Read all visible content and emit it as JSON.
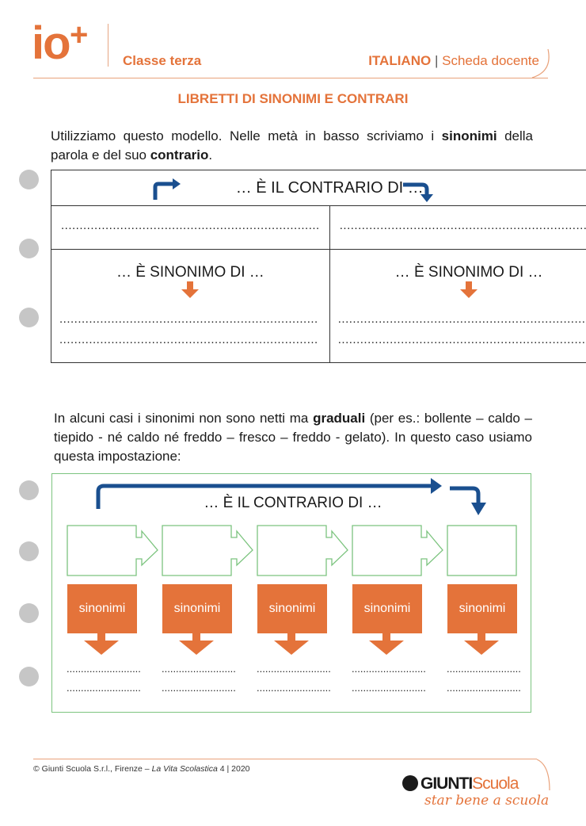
{
  "header": {
    "logo": "io",
    "class": "Classe terza",
    "subject": "ITALIANO",
    "doc_type": "Scheda docente"
  },
  "title": "LIBRETTI DI SINONIMI E CONTRARI",
  "intro": {
    "t1": "Utilizziamo questo modello. Nelle metà in basso scriviamo i ",
    "b1": "sinonimi",
    "t2": " della parola e del suo ",
    "b2": "contrario",
    "t3": "."
  },
  "table": {
    "header": "… È IL CONTRARIO DI …",
    "synonym_label": "… È SINONIMO DI …",
    "dots": "......................................................................"
  },
  "para2": {
    "t1": "In alcuni casi i sinonimi non sono netti ma ",
    "b1": "graduali",
    "t2": " (per es.: bollente – caldo – tiepido - né caldo né freddo – fresco – freddo - gelato). In questo caso usiamo questa impostazione:"
  },
  "diagram": {
    "header": "… È IL CONTRARIO DI …",
    "labels": [
      "sinonimi",
      "sinonimi",
      "sinonimi",
      "sinonimi",
      "sinonimi"
    ],
    "dots": "..............................."
  },
  "footer": {
    "copyright": "© Giunti Scuola S.r.l., Firenze – ",
    "publication": "La Vita Scolastica",
    "issue": " 4 | 2020",
    "brand1": "GIUNTI",
    "brand2": "Scuola",
    "tagline": "star bene a scuola"
  },
  "colors": {
    "accent": "#e4733a",
    "blue": "#1a4f8f",
    "green": "#7cc47f"
  }
}
